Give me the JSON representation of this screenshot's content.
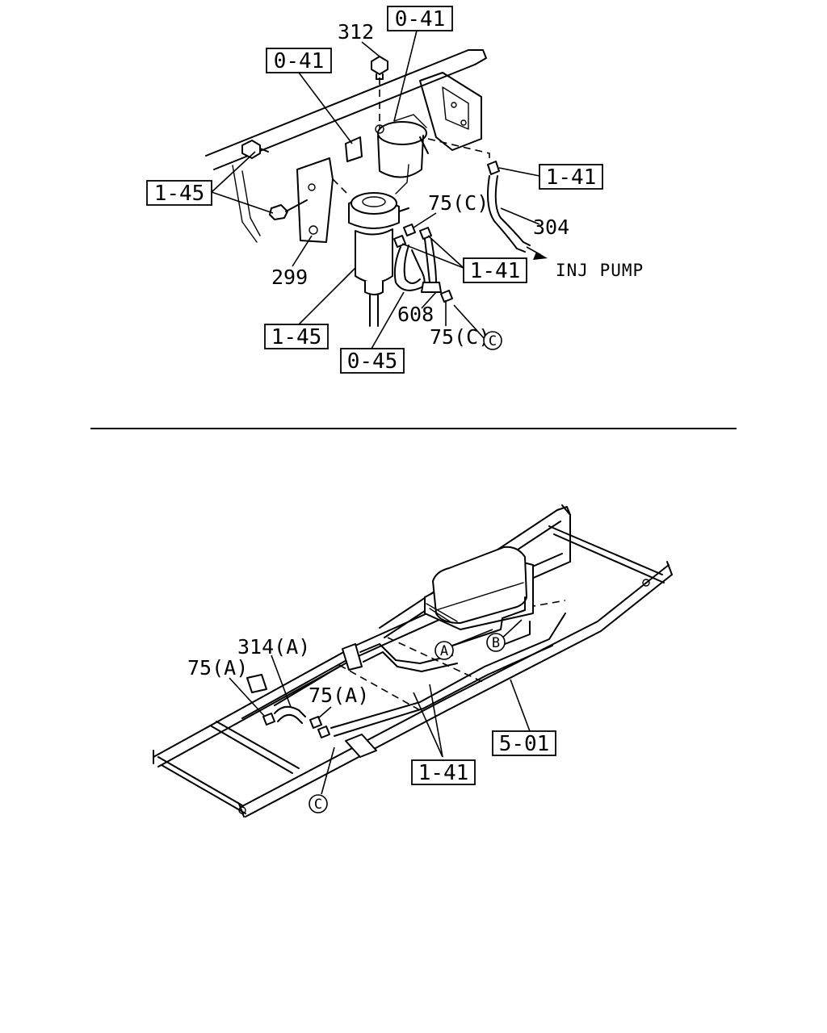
{
  "upper": {
    "refs": {
      "r_0_41_top": "0-41",
      "r_0_41_left": "0-41",
      "r_1_45_left": "1-45",
      "r_1_41_right": "1-41",
      "r_1_41_mid": "1-41",
      "r_1_45_bottom": "1-45",
      "r_0_45": "0-45"
    },
    "labels": {
      "p312": "312",
      "p304": "304",
      "p75c_top": "75(C)",
      "p299": "299",
      "p608": "608",
      "p75c_bottom": "75(C)",
      "inj_pump": "INJ PUMP",
      "circle_c": "C"
    }
  },
  "lower": {
    "refs": {
      "r_5_01": "5-01",
      "r_1_41": "1-41"
    },
    "labels": {
      "p314a": "314(A)",
      "p75a_left": "75(A)",
      "p75a_mid": "75(A)",
      "circle_a": "A",
      "circle_b": "B",
      "circle_c": "C"
    }
  }
}
